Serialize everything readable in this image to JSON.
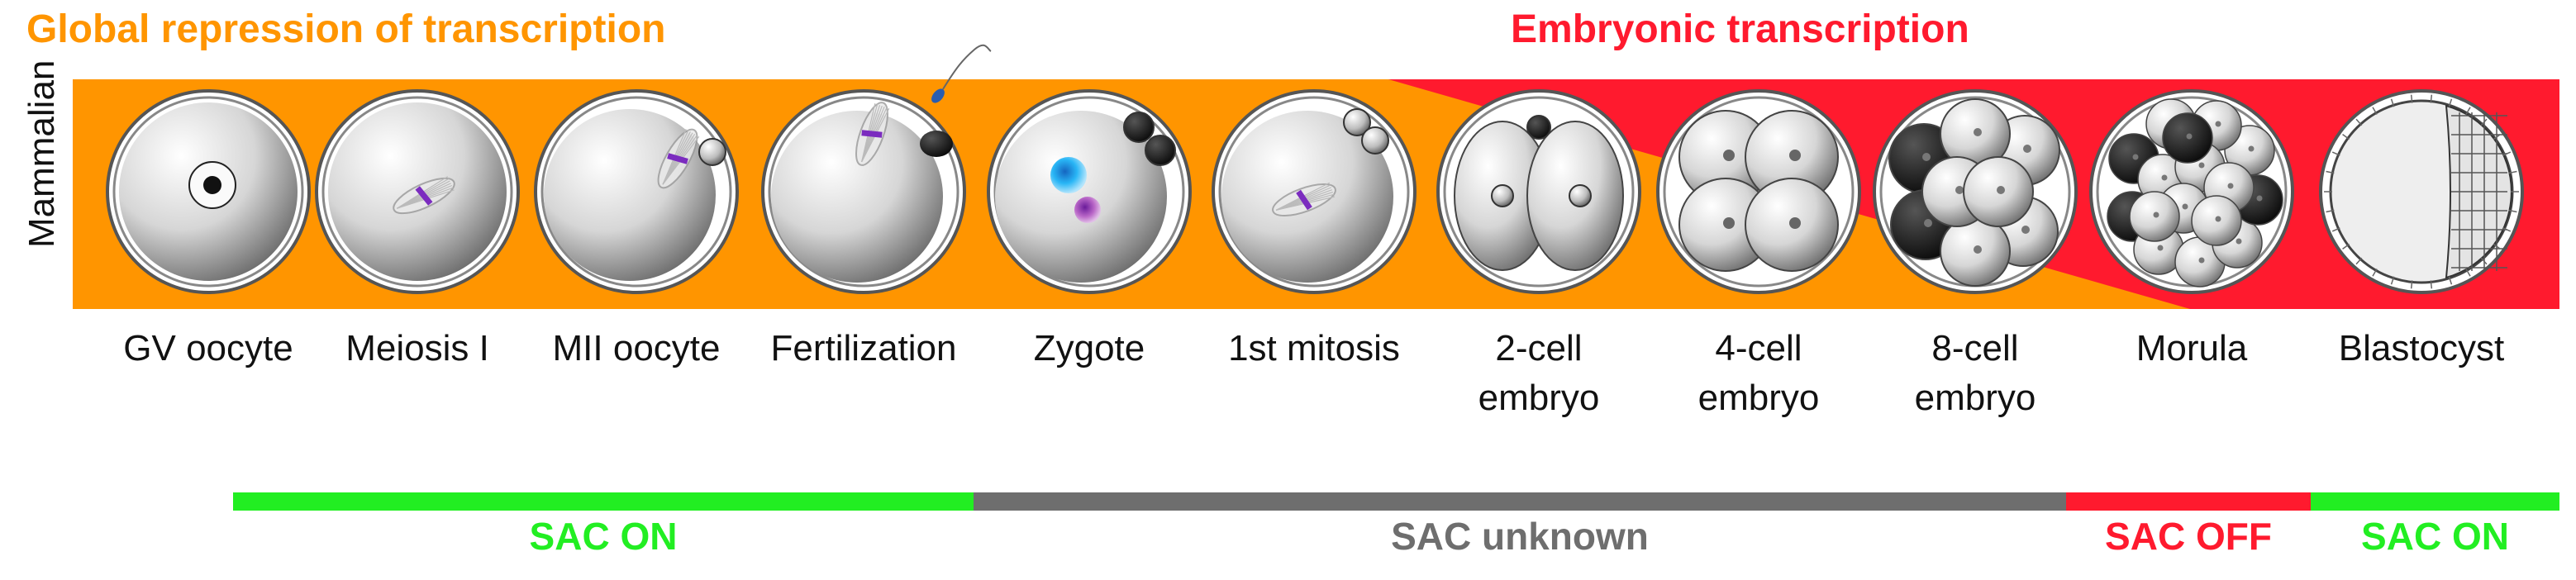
{
  "headers": {
    "left": "Global repression of transcription",
    "right": "Embryonic transcription"
  },
  "species_label": "Mammalian",
  "stages": [
    {
      "line1": "GV oocyte",
      "line2": ""
    },
    {
      "line1": "Meiosis I",
      "line2": ""
    },
    {
      "line1": "MII oocyte",
      "line2": ""
    },
    {
      "line1": "Fertilization",
      "line2": ""
    },
    {
      "line1": "Zygote",
      "line2": ""
    },
    {
      "line1": "1st mitosis",
      "line2": ""
    },
    {
      "line1": "2-cell",
      "line2": "embryo"
    },
    {
      "line1": "4-cell",
      "line2": "embryo"
    },
    {
      "line1": "8-cell",
      "line2": "embryo"
    },
    {
      "line1": "Morula",
      "line2": ""
    },
    {
      "line1": "Blastocyst",
      "line2": ""
    }
  ],
  "sac_segments": [
    {
      "label": "SAC ON",
      "color": "#22ee22"
    },
    {
      "label": "SAC unknown",
      "color": "#6e6e6e"
    },
    {
      "label": "SAC OFF",
      "color": "#ff1a2e"
    },
    {
      "label": "SAC ON",
      "color": "#22ee22"
    }
  ],
  "colors": {
    "repression": "#ff9500",
    "embryonic": "#ff1a2e"
  }
}
